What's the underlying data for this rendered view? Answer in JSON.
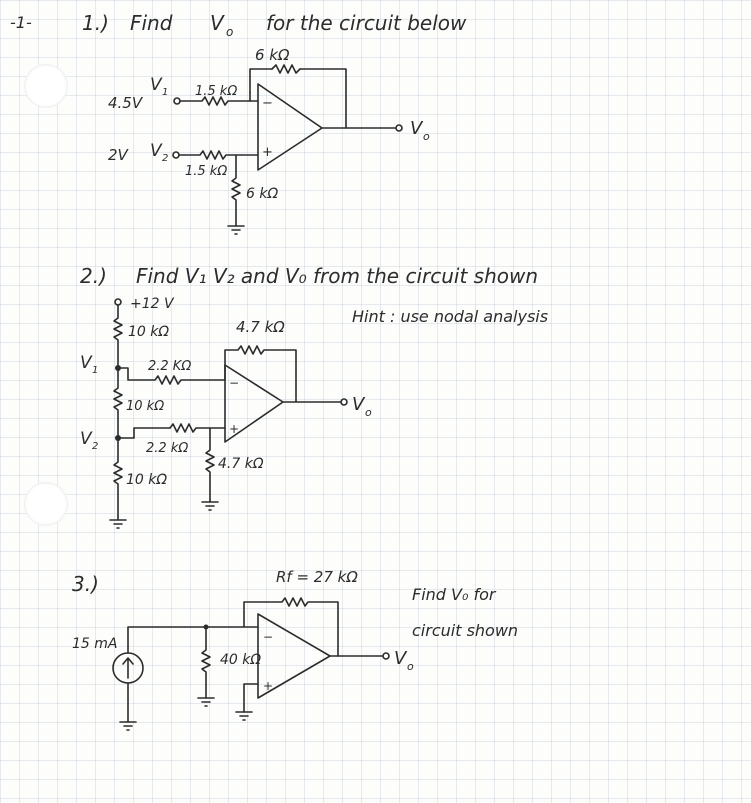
{
  "page_number": "-1-",
  "problem1": {
    "number": "1.)",
    "find_word": "Find",
    "vo_symbol": "V",
    "vo_sub": "o",
    "rest": "for the circuit below",
    "rf": "6 kΩ",
    "v1_source": "4.5V",
    "v1_name": "V",
    "v1_sub": "1",
    "r1": "1.5 kΩ",
    "v2_source": "2V",
    "v2_name": "V",
    "v2_sub": "2",
    "r2": "1.5 kΩ",
    "rg": "6 kΩ",
    "out_name": "V",
    "out_sub": "o"
  },
  "problem2": {
    "number": "2.)",
    "question": "Find V₁ V₂ and V₀ from the circuit shown",
    "hint": "Hint : use nodal analysis",
    "supply": "+12 V",
    "r_top": "10 kΩ",
    "v1_name": "V",
    "v1_sub": "1",
    "r_a": "2.2 KΩ",
    "r_mid": "10 kΩ",
    "v2_name": "V",
    "v2_sub": "2",
    "r_b": "2.2 kΩ",
    "r_bot": "10 kΩ",
    "rf": "4.7 kΩ",
    "rg": "4.7 kΩ",
    "out_name": "V",
    "out_sub": "o"
  },
  "problem3": {
    "number": "3.)",
    "rf": "Rf = 27 kΩ",
    "prompt_line1": "Find V₀ for",
    "prompt_line2": "circuit shown",
    "source": "15 mA",
    "r": "40 kΩ",
    "out_name": "V",
    "out_sub": "o"
  }
}
